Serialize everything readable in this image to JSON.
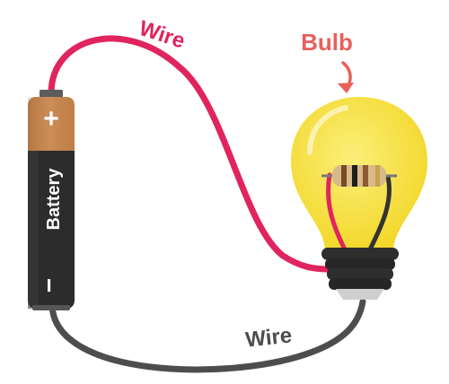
{
  "labels": {
    "wire_top": "Wire",
    "wire_bottom": "Wire",
    "bulb": "Bulb",
    "battery": "Battery",
    "positive": "+",
    "negative": "−"
  },
  "colors": {
    "red_wire": "#e0245e",
    "gray_wire": "#4d4d4d",
    "bulb_glass": "#f6df3c",
    "bulb_glow": "#fbec6a",
    "battery_copper": "#c8844a",
    "battery_body": "#2c2c2c",
    "label_red": "#e8605a"
  }
}
